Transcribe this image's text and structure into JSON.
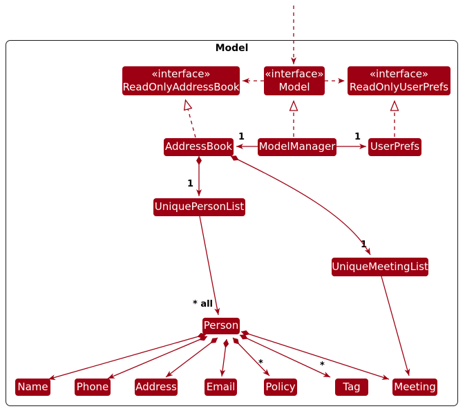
{
  "diagram": {
    "frame_title": "Model",
    "nodes": {
      "readOnlyAddressBook": {
        "stereotype": "«interface»",
        "name": "ReadOnlyAddressBook"
      },
      "modelInterface": {
        "stereotype": "«interface»",
        "name": "Model"
      },
      "readOnlyUserPrefs": {
        "stereotype": "«interface»",
        "name": "ReadOnlyUserPrefs"
      },
      "addressBook": {
        "name": "AddressBook"
      },
      "modelManager": {
        "name": "ModelManager"
      },
      "userPrefs": {
        "name": "UserPrefs"
      },
      "uniquePersonList": {
        "name": "UniquePersonList"
      },
      "uniqueMeetingList": {
        "name": "UniqueMeetingList"
      },
      "person": {
        "name": "Person"
      },
      "personName": {
        "name": "Name"
      },
      "phone": {
        "name": "Phone"
      },
      "address": {
        "name": "Address"
      },
      "email": {
        "name": "Email"
      },
      "policy": {
        "name": "Policy"
      },
      "tag": {
        "name": "Tag"
      },
      "meeting": {
        "name": "Meeting"
      }
    },
    "edge_labels": {
      "modelmanager_addressbook": "1",
      "modelmanager_userprefs": "1",
      "addressbook_uniquepersonlist": "1",
      "addressbook_uniquemeetinglist": "1",
      "uniquepersonlist_person": "* all",
      "person_policy": "*",
      "person_tag": "*"
    },
    "colors": {
      "node_fill": "#9D0012",
      "node_text": "#FFFFFF",
      "edge": "#9D0012",
      "frame_border": "#1A1A1A",
      "label_text": "#000000"
    }
  }
}
